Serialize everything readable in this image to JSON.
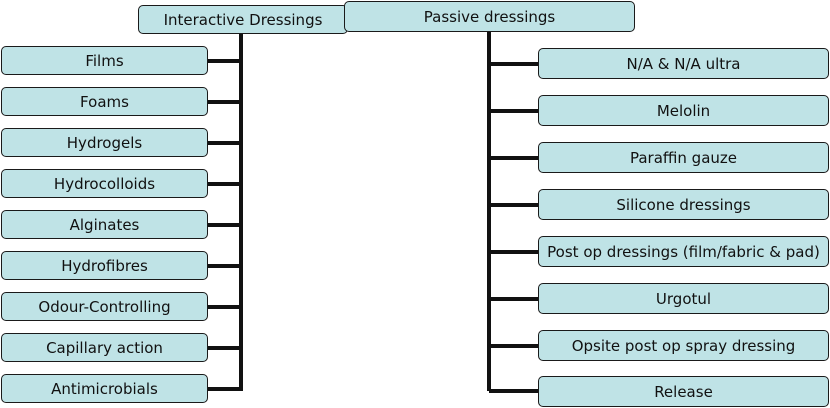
{
  "diagram": {
    "interactive": {
      "title": "Interactive Dressings",
      "items": [
        "Films",
        "Foams",
        "Hydrogels",
        "Hydrocolloids",
        "Alginates",
        "Hydrofibres",
        "Odour-Controlling",
        "Capillary action",
        "Antimicrobials"
      ]
    },
    "passive": {
      "title": "Passive dressings",
      "items": [
        "N/A & N/A ultra",
        "Melolin",
        "Paraffin gauze",
        "Silicone dressings",
        "Post op dressings (film/fabric & pad)",
        "Urgotul",
        "Opsite post op spray dressing",
        "Release"
      ]
    },
    "colors": {
      "box_fill": "#bfe3e6",
      "border": "#1a1a1a",
      "line": "#111111"
    }
  }
}
